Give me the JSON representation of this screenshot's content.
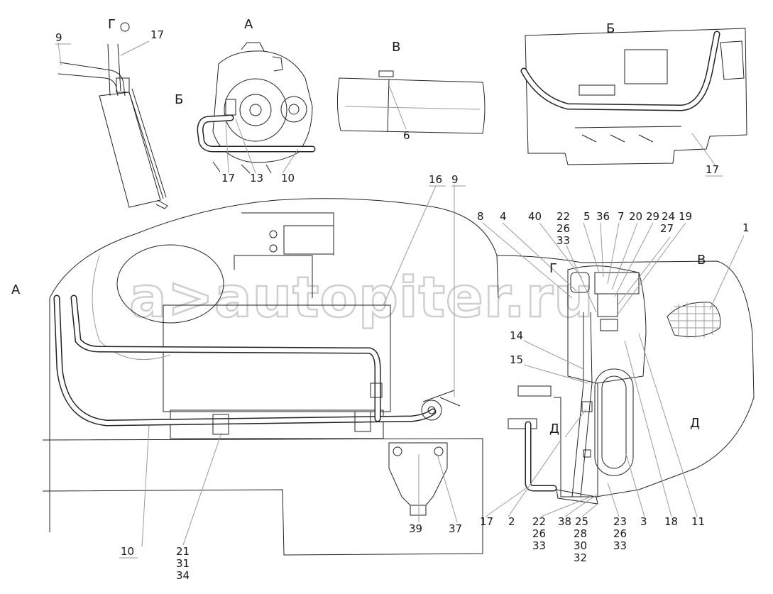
{
  "watermark": "a>autopiter.ru",
  "views": {
    "G": "Г",
    "A": "А",
    "V": "В",
    "B": "Б",
    "D": "Д"
  },
  "labels": {
    "n1": "1",
    "n2": "2",
    "n3": "3",
    "n4": "4",
    "n5": "5",
    "n6": "6",
    "n7": "7",
    "n8": "8",
    "n9": "9",
    "n10": "10",
    "n11": "11",
    "n13": "13",
    "n14": "14",
    "n15": "15",
    "n16": "16",
    "n17": "17",
    "n18": "18",
    "n19": "19",
    "n20": "20",
    "n21": "21",
    "n22": "22",
    "n23": "23",
    "n24": "24",
    "n25": "25",
    "n26": "26",
    "n27": "27",
    "n28": "28",
    "n29": "29",
    "n30": "30",
    "n31": "31",
    "n32": "32",
    "n33": "33",
    "n34": "34",
    "n36": "36",
    "n37": "37",
    "n38": "38",
    "n39": "39",
    "n40": "40"
  }
}
